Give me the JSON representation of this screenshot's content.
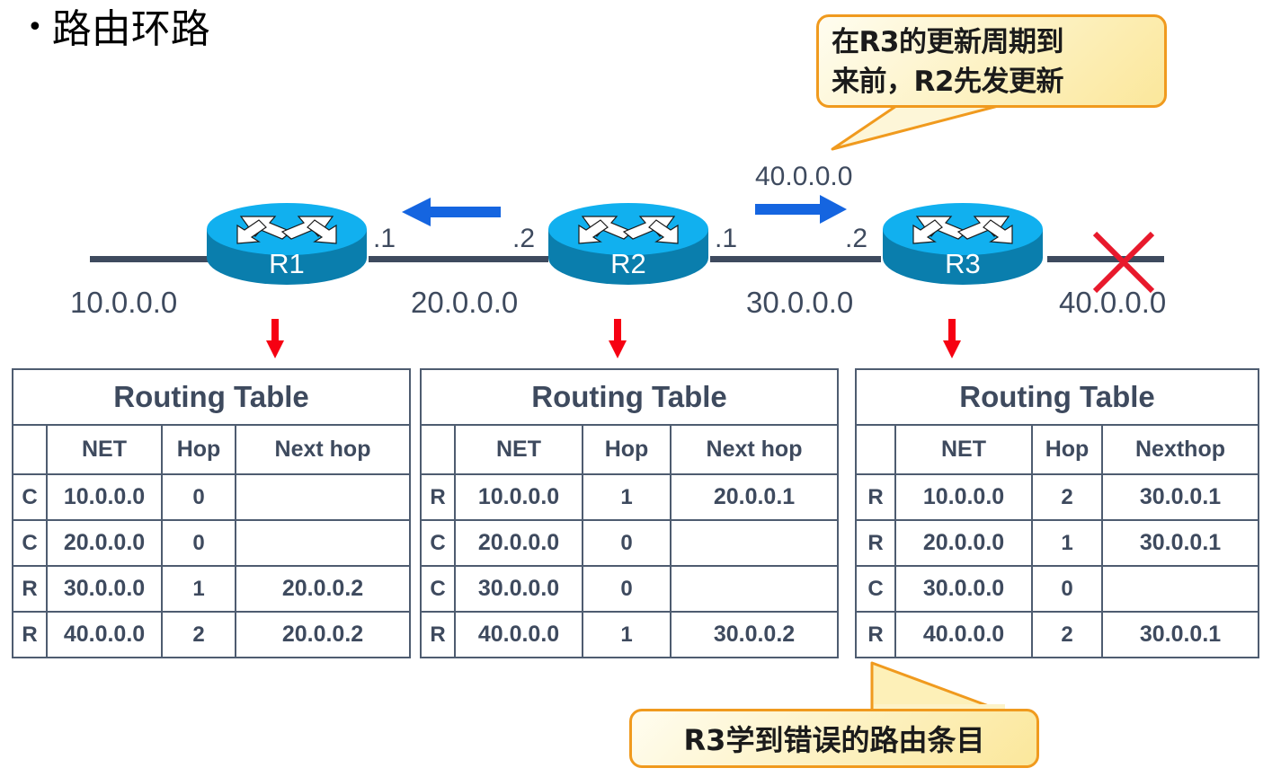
{
  "slide": {
    "bullet_glyph": "•",
    "title": "路由环路"
  },
  "callouts": {
    "top": {
      "line1": "在R3的更新周期到",
      "line2": "来前，R2先发更新",
      "border_color": "#f09a1e",
      "fill_color": "#fdf3c8"
    },
    "bottom": {
      "text": "R3学到错误的路由条目",
      "border_color": "#f09a1e",
      "fill_color": "#fdf3c8"
    }
  },
  "topology": {
    "routers": [
      {
        "name": "R1"
      },
      {
        "name": "R2"
      },
      {
        "name": "R3"
      }
    ],
    "interfaces": {
      "r1_e1": ".1",
      "r2_e0": ".2",
      "r2_e1": ".1",
      "r3_e0": ".2"
    },
    "networks": {
      "left": "10.0.0.0",
      "r1_r2": "20.0.0.0",
      "r2_r3": "30.0.0.0",
      "right": "40.0.0.0"
    },
    "update_label": "40.0.0.0",
    "link_color": "#3e4a5e",
    "router_top_color": "#11b0ef",
    "router_body_color": "#0a7ead",
    "update_arrow_color": "#1565e0",
    "failed_link_marker_color": "#e8192c",
    "table_pointer_color": "#f60012"
  },
  "routing_tables": [
    {
      "id": "r1",
      "title": "Routing Table",
      "columns": [
        "",
        "NET",
        "Hop",
        "Next hop"
      ],
      "rows": [
        {
          "flag": "C",
          "net": "10.0.0.0",
          "hop": "0",
          "nexthop": "",
          "flag_color": "dark",
          "net_color": "dark",
          "hop_color": "dark",
          "nexthop_color": "dark"
        },
        {
          "flag": "C",
          "net": "20.0.0.0",
          "hop": "0",
          "nexthop": "",
          "flag_color": "dark",
          "net_color": "dark",
          "hop_color": "dark",
          "nexthop_color": "dark"
        },
        {
          "flag": "R",
          "net": "30.0.0.0",
          "hop": "1",
          "nexthop": "20.0.0.2",
          "flag_color": "blue",
          "net_color": "blue",
          "hop_color": "blue",
          "nexthop_color": "blue"
        },
        {
          "flag": "R",
          "net": "40.0.0.0",
          "hop": "2",
          "nexthop": "20.0.0.2",
          "flag_color": "blue",
          "net_color": "blue",
          "hop_color": "blue",
          "nexthop_color": "blue"
        }
      ]
    },
    {
      "id": "r2",
      "title": "Routing Table",
      "columns": [
        "",
        "NET",
        "Hop",
        "Next hop"
      ],
      "rows": [
        {
          "flag": "R",
          "net": "10.0.0.0",
          "hop": "1",
          "nexthop": "20.0.0.1",
          "flag_color": "blue",
          "net_color": "blue",
          "hop_color": "blue",
          "nexthop_color": "blue"
        },
        {
          "flag": "C",
          "net": "20.0.0.0",
          "hop": "0",
          "nexthop": "",
          "flag_color": "dark",
          "net_color": "dark",
          "hop_color": "dark",
          "nexthop_color": "dark"
        },
        {
          "flag": "C",
          "net": "30.0.0.0",
          "hop": "0",
          "nexthop": "",
          "flag_color": "dark",
          "net_color": "dark",
          "hop_color": "dark",
          "nexthop_color": "dark"
        },
        {
          "flag": "R",
          "net": "40.0.0.0",
          "hop": "1",
          "nexthop": "30.0.0.2",
          "flag_color": "blue",
          "net_color": "blue",
          "hop_color": "blue",
          "nexthop_color": "blue"
        }
      ]
    },
    {
      "id": "r3",
      "title": "Routing Table",
      "columns": [
        "",
        "NET",
        "Hop",
        "Nexthop"
      ],
      "rows": [
        {
          "flag": "R",
          "net": "10.0.0.0",
          "hop": "2",
          "nexthop": "30.0.0.1",
          "flag_color": "blue",
          "net_color": "blue",
          "hop_color": "blue",
          "nexthop_color": "dark"
        },
        {
          "flag": "R",
          "net": "20.0.0.0",
          "hop": "1",
          "nexthop": "30.0.0.1",
          "flag_color": "blue",
          "net_color": "blue",
          "hop_color": "blue",
          "nexthop_color": "dark"
        },
        {
          "flag": "C",
          "net": "30.0.0.0",
          "hop": "0",
          "nexthop": "",
          "flag_color": "dark",
          "net_color": "dark",
          "hop_color": "dark",
          "nexthop_color": "dark"
        },
        {
          "flag": "R",
          "net": "40.0.0.0",
          "hop": "2",
          "nexthop": "30.0.0.1",
          "flag_color": "blue",
          "net_color": "dark",
          "hop_color": "red",
          "nexthop_color": "red"
        }
      ]
    }
  ]
}
